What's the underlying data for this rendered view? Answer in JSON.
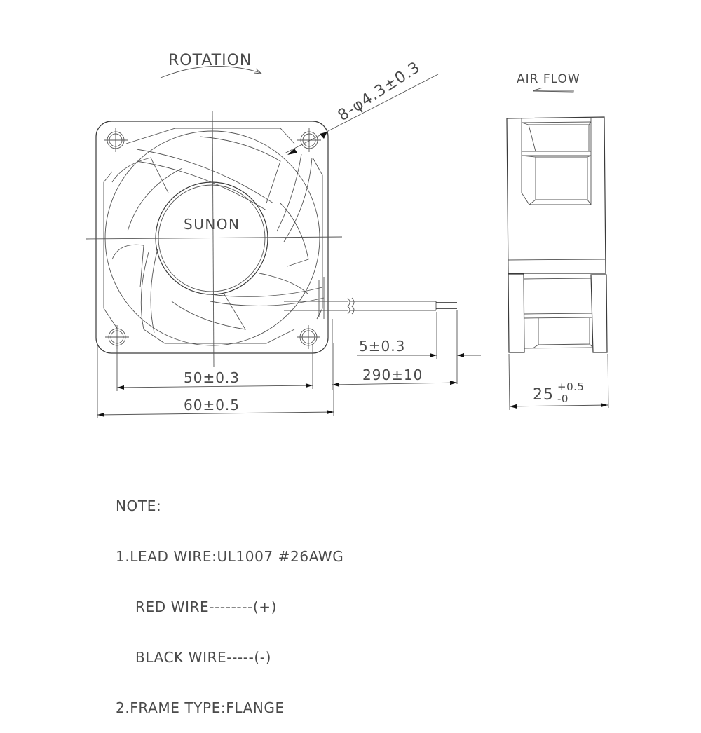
{
  "drawing": {
    "type": "fan outline dimension drawing",
    "brand_label": "SUNON",
    "rotation_label": "ROTATION",
    "airflow_label": "AIR FLOW",
    "hole_callout": "8-φ4.3±0.3",
    "dimensions": {
      "hole_spacing": "50±0.3",
      "frame_width": "60±0.5",
      "strip_length": "5±0.3",
      "lead_length": "290±10",
      "thickness_nominal": "25",
      "thickness_tol_upper": "+0.5",
      "thickness_tol_lower": "-0"
    }
  },
  "notes": {
    "title": "NOTE:",
    "line1": "1.LEAD WIRE:UL1007 #26AWG",
    "line1a": "RED WIRE--------(+)",
    "line1b": "BLACK WIRE-----(-)",
    "line2": "2.FRAME TYPE:FLANGE"
  },
  "colors": {
    "line": "#3a3a3a",
    "text": "#4a4a4a",
    "background": "#ffffff"
  }
}
